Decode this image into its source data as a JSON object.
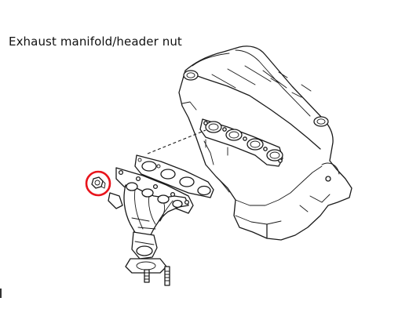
{
  "caption": "Exhaust manifold/header nut",
  "highlight": {
    "color": "#e8141c",
    "target": "header-nut"
  },
  "icons": [
    "engine-head-drawing",
    "exhaust-manifold-drawing",
    "nut-highlight-circle"
  ]
}
